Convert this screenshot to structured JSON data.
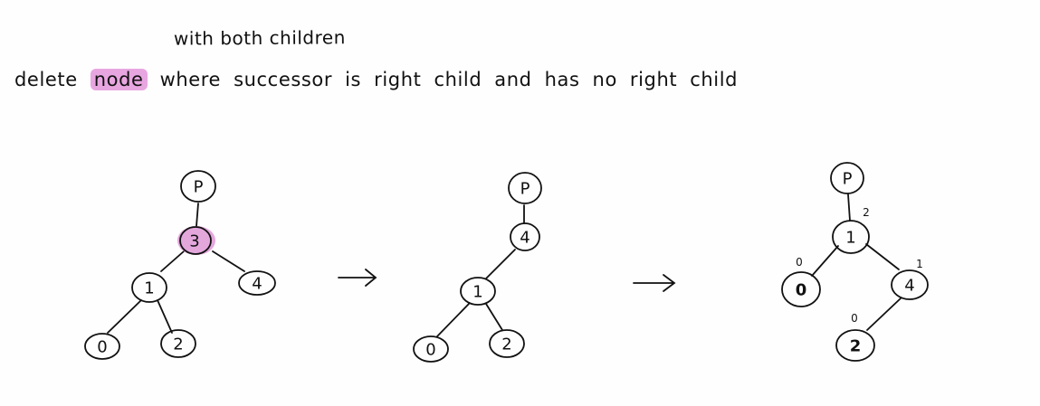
{
  "caption": {
    "top_line": "with both children",
    "words": [
      "delete",
      "node",
      "where",
      "successor",
      "is",
      "right",
      "child",
      "and",
      "has",
      "no",
      "right",
      "child"
    ],
    "highlighted_word": "node"
  },
  "colors": {
    "ink": "#111111",
    "highlight": "#e8a6e0",
    "highlight_node": "#d98ad0"
  },
  "trees": [
    {
      "id": "before",
      "nodes": [
        {
          "key": "p",
          "label": "P"
        },
        {
          "key": "n3",
          "label": "3",
          "highlighted": true
        },
        {
          "key": "n1",
          "label": "1"
        },
        {
          "key": "n4",
          "label": "4"
        },
        {
          "key": "n0",
          "label": "0"
        },
        {
          "key": "n2",
          "label": "2"
        }
      ]
    },
    {
      "id": "after-delete",
      "nodes": [
        {
          "key": "p",
          "label": "P"
        },
        {
          "key": "n4",
          "label": "4"
        },
        {
          "key": "n1",
          "label": "1"
        },
        {
          "key": "n0",
          "label": "0"
        },
        {
          "key": "n2",
          "label": "2"
        }
      ]
    },
    {
      "id": "after-rebalance",
      "nodes": [
        {
          "key": "p",
          "label": "P"
        },
        {
          "key": "n1",
          "label": "1",
          "height": "2"
        },
        {
          "key": "n0",
          "label": "0",
          "height": "0"
        },
        {
          "key": "n4",
          "label": "4",
          "height": "1"
        },
        {
          "key": "n2",
          "label": "2",
          "height": "0"
        }
      ]
    }
  ],
  "arrows": [
    "→",
    "→"
  ]
}
